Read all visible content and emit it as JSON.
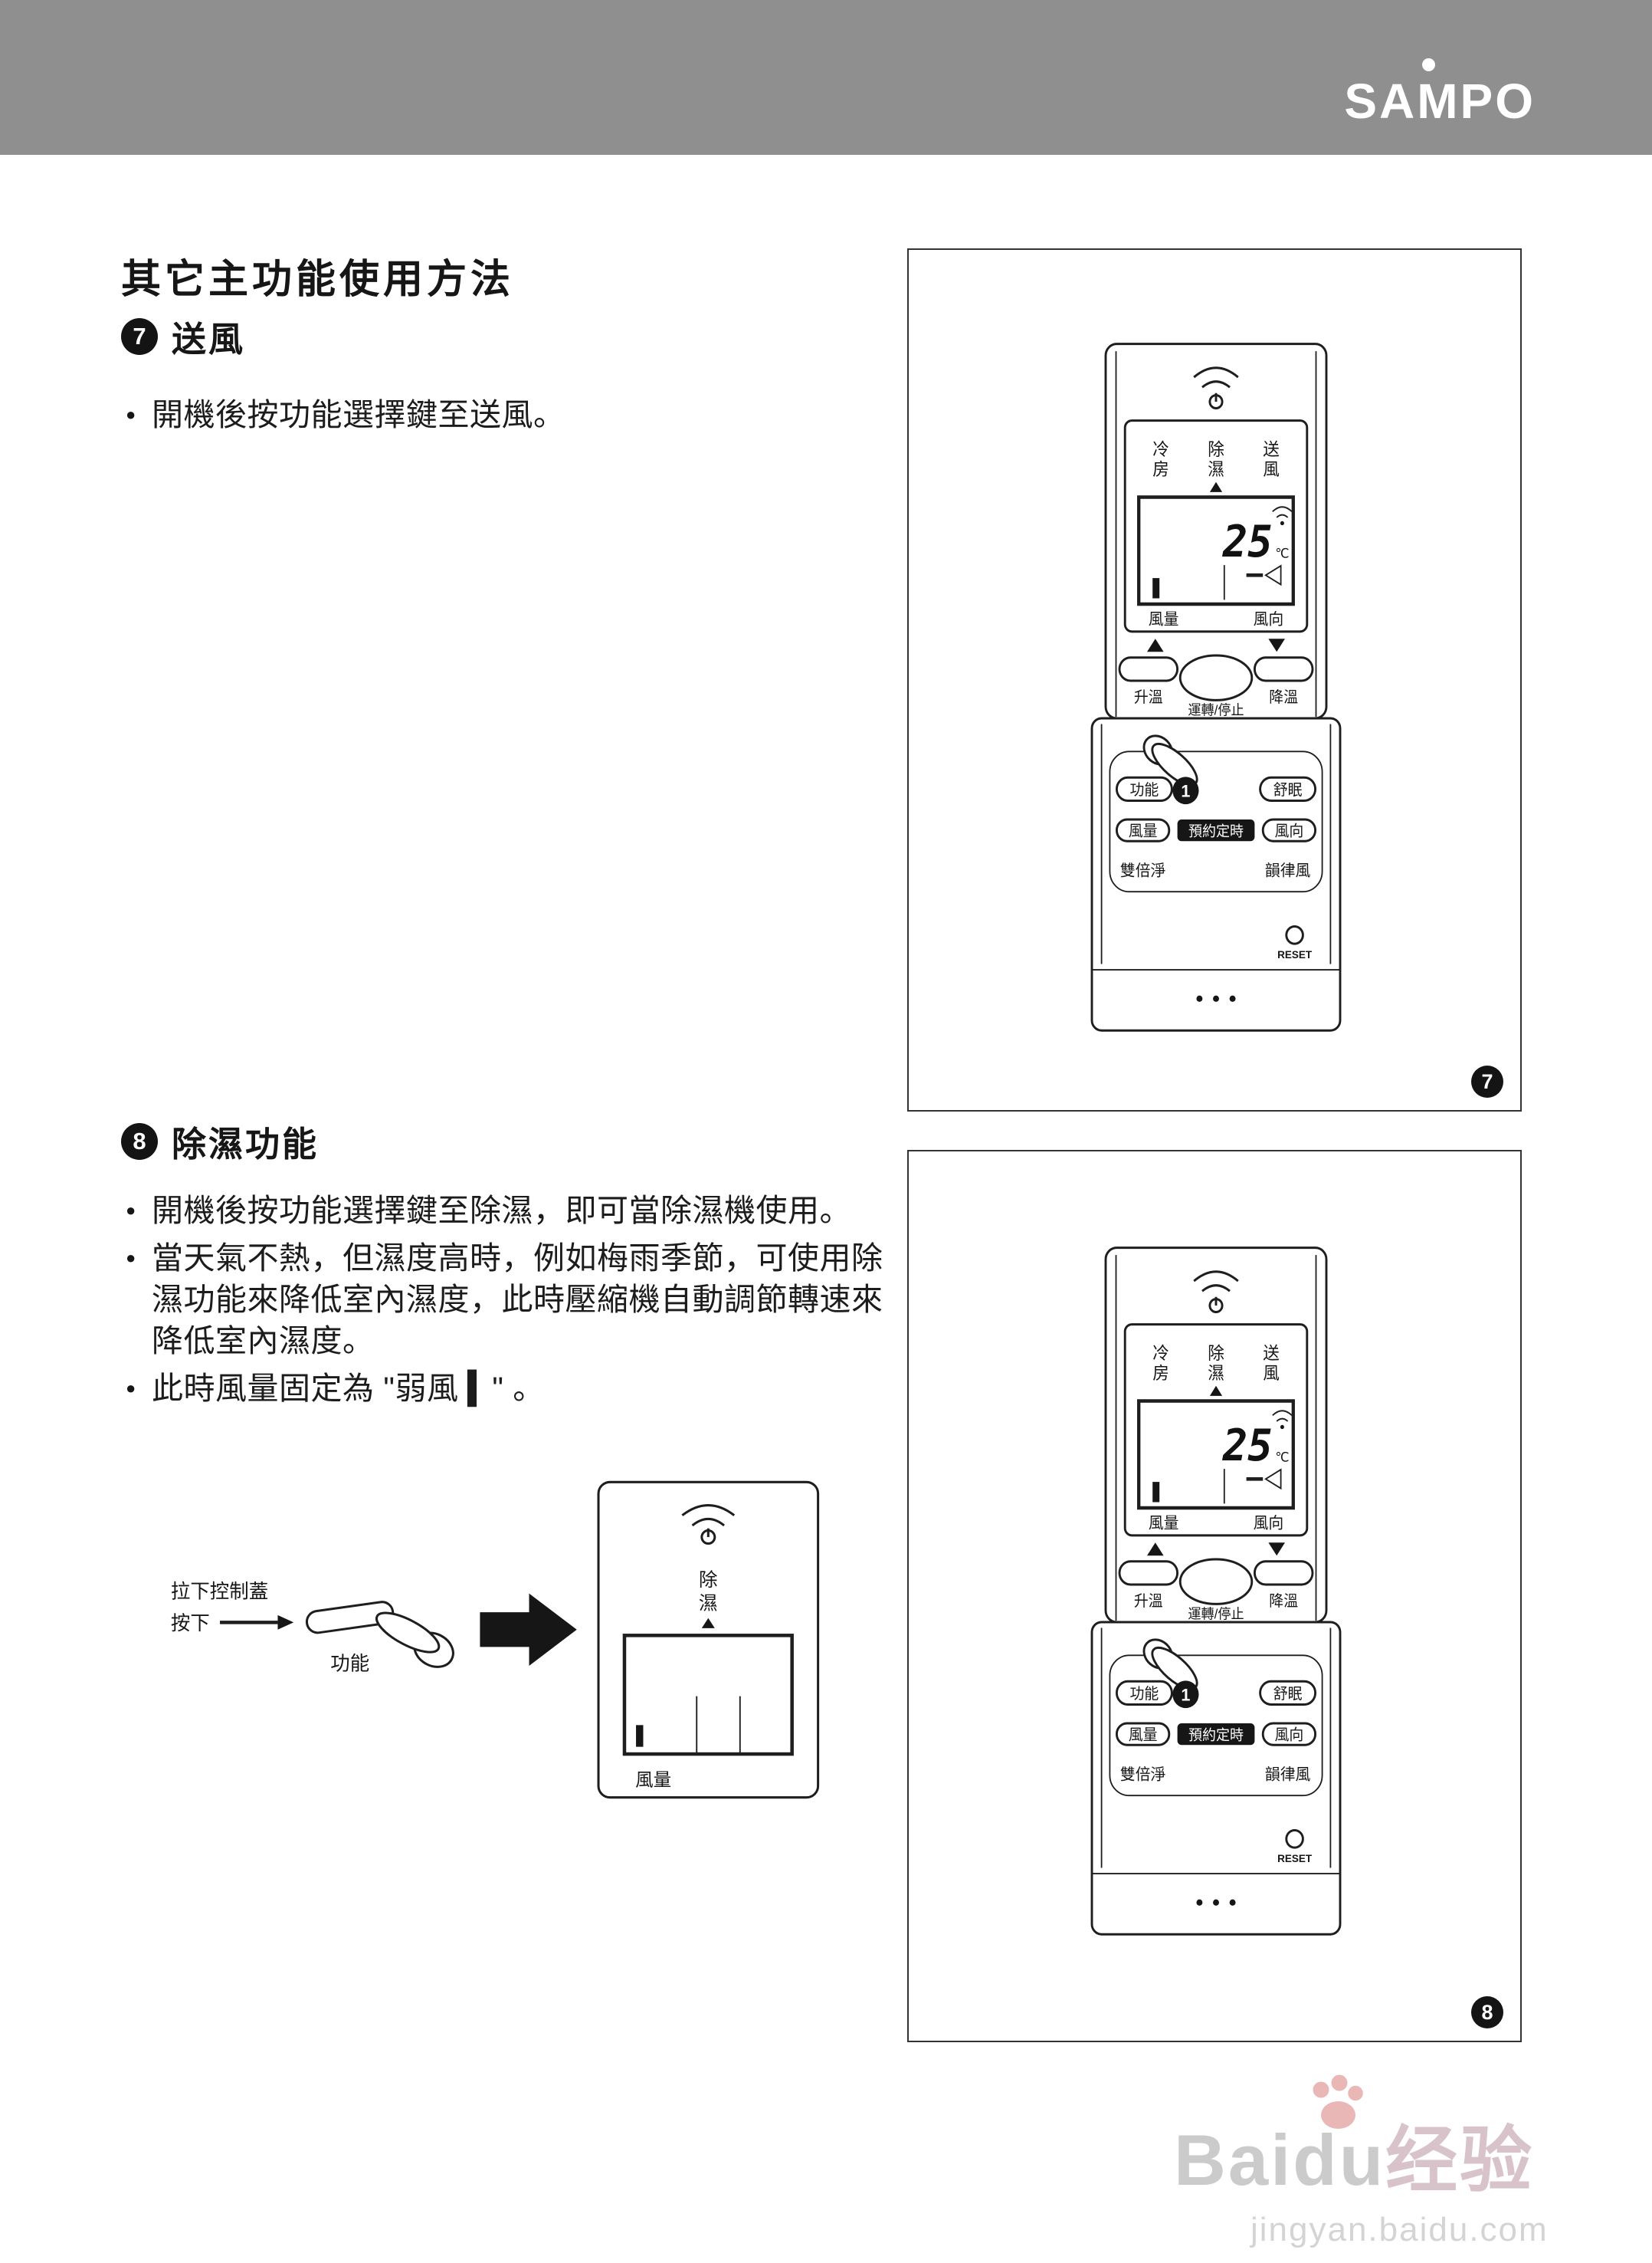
{
  "colors": {
    "header_bar": "#8f8f8f",
    "accent_black": "#141414",
    "watermark_gray": "#cbcbcb"
  },
  "header": {
    "brand": "SAMPO"
  },
  "page": {
    "title": "其它主功能使用方法",
    "bullet_char": "●"
  },
  "section7": {
    "number": "7",
    "heading": "送風",
    "bullets": [
      "開機後按功能選擇鍵至送風。"
    ],
    "figure_number": "7"
  },
  "section8": {
    "number": "8",
    "heading": "除濕功能",
    "bullets": [
      "開機後按功能選擇鍵至除濕，即可當除濕機使用。",
      "當天氣不熱，但濕度高時，例如梅雨季節，可使用除濕功能來降低室內濕度，此時壓縮機自動調節轉速來降低室內濕度。",
      "此時風量固定為 \"弱風 ▍\" 。"
    ],
    "figure_number": "8"
  },
  "remote": {
    "mode_row1": "冷 除 送",
    "mode_row2": "房 濕 風",
    "temp": "25",
    "temp_unit": "℃",
    "display_fan_label": "風量",
    "display_dir_label": "風向",
    "btn_temp_up": "升溫",
    "btn_run_stop": "運轉/停止",
    "btn_temp_down": "降溫",
    "btn_function": "功能",
    "btn_sleep": "舒眠",
    "btn_fan": "風量",
    "btn_timer": "預約定時",
    "btn_direction": "風向",
    "btn_double_clean": "雙倍淨",
    "btn_rhythm_wind": "韻律風",
    "btn_reset": "RESET",
    "step_badge": "1"
  },
  "illustration": {
    "callout_line1": "拉下控制蓋",
    "callout_line2": "按下",
    "button_label": "功能",
    "mini_mode_char1": "除",
    "mini_mode_char2": "濕",
    "mini_fan_label": "風量"
  },
  "watermark": {
    "brand": "Baidu",
    "brand_suffix": "经验",
    "url": "jingyan.baidu.com"
  }
}
